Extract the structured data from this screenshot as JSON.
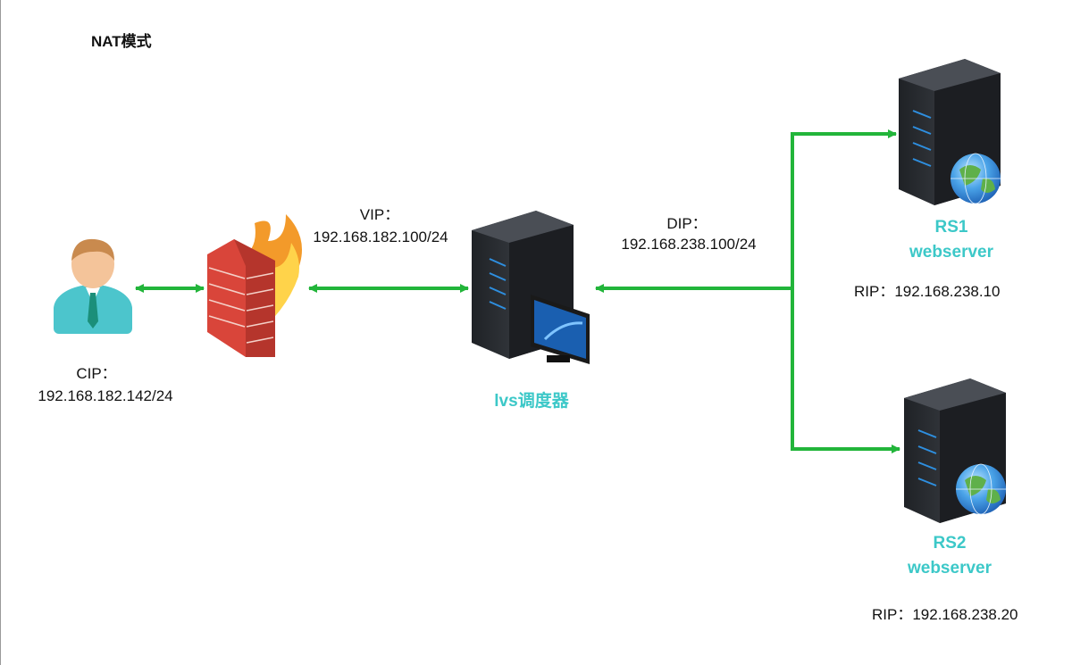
{
  "title": "NAT模式",
  "client": {
    "label_line1": "CIP：",
    "label_line2": "192.168.182.142/24"
  },
  "vip": {
    "label_line1": "VIP：",
    "label_line2": "192.168.182.100/24"
  },
  "dip": {
    "label_line1": "DIP：",
    "label_line2": "192.168.238.100/24"
  },
  "lvs": {
    "name": "lvs调度器"
  },
  "rs1": {
    "name_line1": "RS1",
    "name_line2": "webserver",
    "rip": "RIP：192.168.238.10"
  },
  "rs2": {
    "name_line1": "RS2",
    "name_line2": "webserver",
    "rip": "RIP：192.168.238.20"
  },
  "colors": {
    "arrow": "#22b53a",
    "teal_label": "#3cc8c8",
    "server_body": "#2f3237",
    "firewall": "#d9453a"
  },
  "icons": [
    "user-icon",
    "firewall-icon",
    "server-icon",
    "monitor-icon",
    "globe-icon"
  ]
}
